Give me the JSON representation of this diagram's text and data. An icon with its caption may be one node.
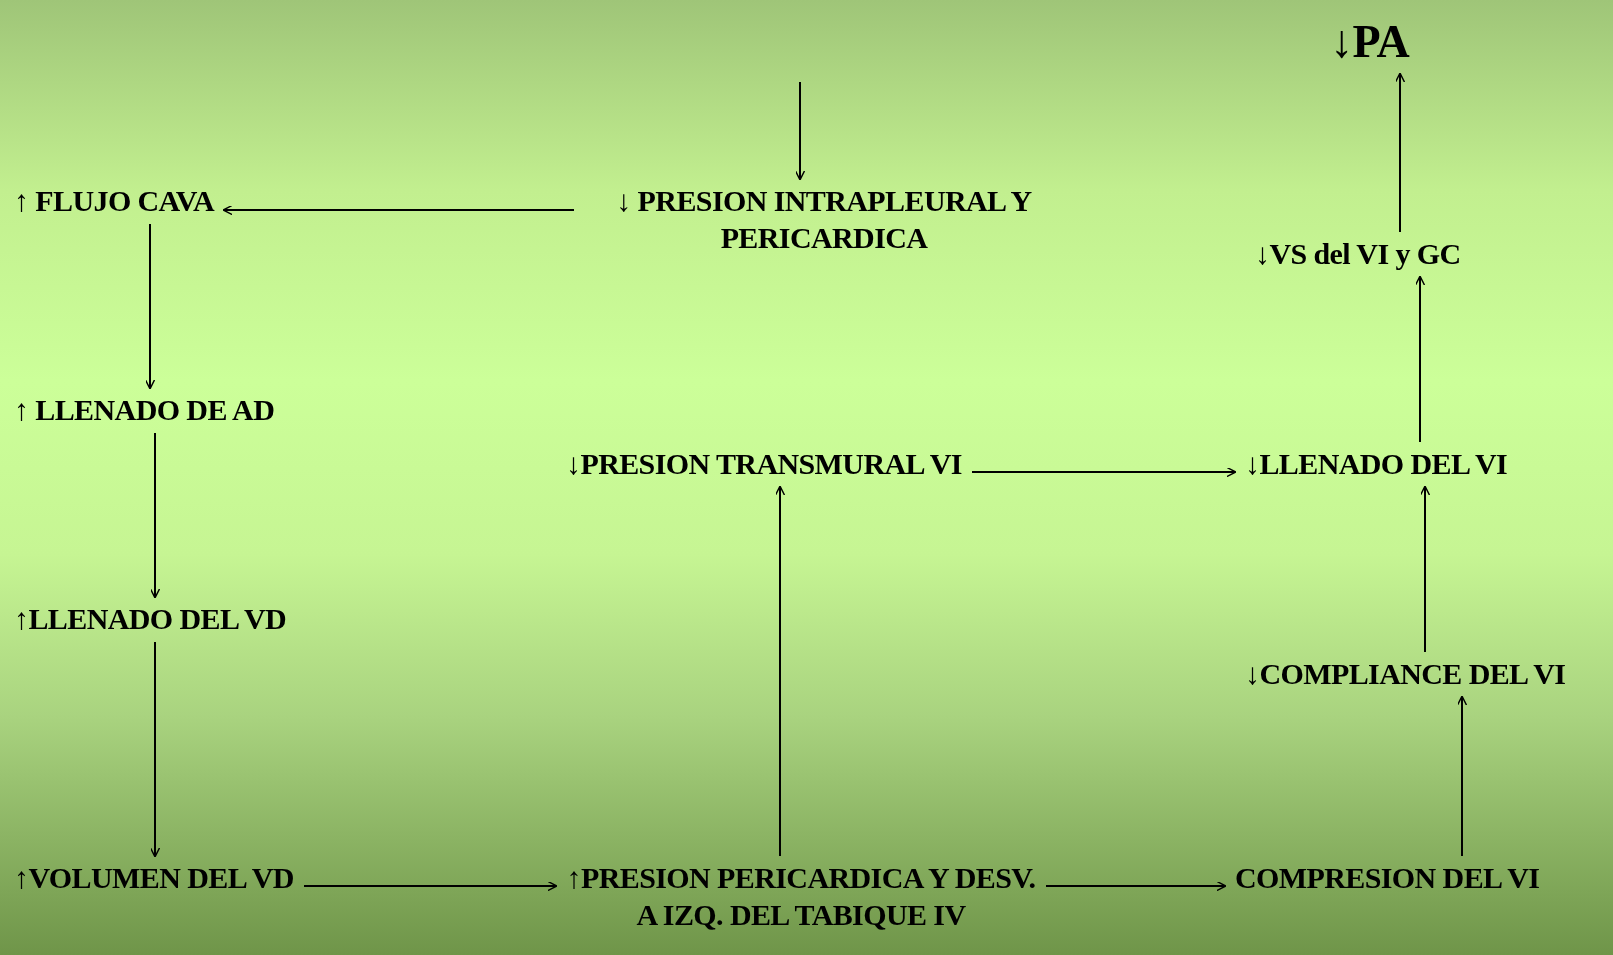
{
  "diagram": {
    "nodes": [
      {
        "text": [
          "↓PA"
        ]
      },
      {
        "text": [
          "↑ FLUJO CAVA"
        ]
      },
      {
        "text": [
          "↓ PRESION INTRAPLEURAL Y PERICARDICA"
        ]
      },
      {
        "text": [
          "↓VS del VI y GC"
        ]
      },
      {
        "text": [
          "↑ LLENADO DE AD"
        ]
      },
      {
        "text": [
          "↓PRESION TRANSMURAL VI"
        ]
      },
      {
        "text": [
          "↓LLENADO DEL VI"
        ]
      },
      {
        "text": [
          "↑LLENADO DEL VD"
        ]
      },
      {
        "text": [
          "↓COMPLIANCE DEL VI"
        ]
      },
      {
        "text": [
          "↑VOLUMEN DEL VD"
        ]
      },
      {
        "text": [
          "↑PRESION PERICARDICA Y DESV. A IZQ. DEL TABIQUE IV"
        ]
      },
      {
        "text": [
          "COMPRESION DEL VI"
        ]
      }
    ],
    "edges": [
      {
        "from": null,
        "to": 2,
        "arrow": "to"
      },
      {
        "from": 2,
        "to": 1,
        "arrow": "to"
      },
      {
        "from": 1,
        "to": 4,
        "arrow": "to"
      },
      {
        "from": 4,
        "to": 7,
        "arrow": "to"
      },
      {
        "from": 7,
        "to": 9,
        "arrow": "to"
      },
      {
        "from": 9,
        "to": 10,
        "arrow": "to"
      },
      {
        "from": 10,
        "to": 11,
        "arrow": "to"
      },
      {
        "from": 10,
        "to": 5,
        "arrow": "to"
      },
      {
        "from": 5,
        "to": 6,
        "arrow": "to"
      },
      {
        "from": 11,
        "to": 8,
        "arrow": "to"
      },
      {
        "from": 8,
        "to": 6,
        "arrow": "to"
      },
      {
        "from": 6,
        "to": 3,
        "arrow": "to"
      },
      {
        "from": 3,
        "to": 0,
        "arrow": "to"
      }
    ]
  }
}
